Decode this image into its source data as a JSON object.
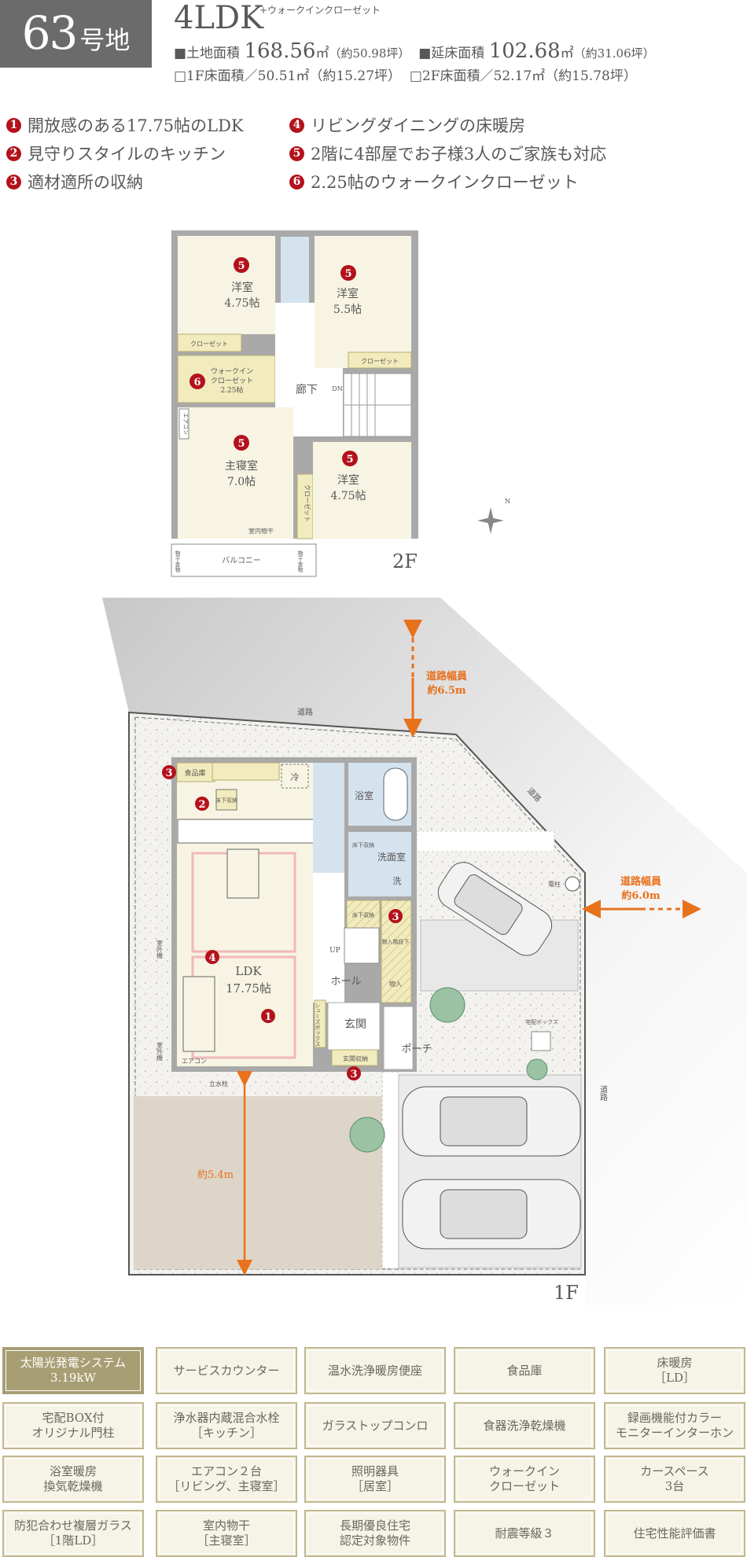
{
  "header": {
    "lot_number": "63",
    "lot_suffix": "号地",
    "type": "4LDK",
    "type_plus": "+ウォークインクローゼット",
    "land_label": "■土地面積",
    "land_value": "168.56",
    "land_unit": "㎡",
    "land_tsubo": "（約50.98坪）",
    "floor_label": "■延床面積",
    "floor_value": "102.68",
    "floor_unit": "㎡",
    "floor_tsubo": "（約31.06坪）",
    "f1_area": "□1F床面積／50.51㎡（約15.27坪）",
    "f2_area": "□2F床面積／52.17㎡（約15.78坪）"
  },
  "features": [
    {
      "n": "1",
      "text": "開放感のある17.75帖のLDK"
    },
    {
      "n": "2",
      "text": "見守りスタイルのキッチン"
    },
    {
      "n": "3",
      "text": "適材適所の収納"
    },
    {
      "n": "4",
      "text": "リビングダイニングの床暖房"
    },
    {
      "n": "5",
      "text": "2階に4部屋でお子様3人のご家族も対応"
    },
    {
      "n": "6",
      "text": "2.25帖のウォークインクローゼット"
    }
  ],
  "plan_2f": {
    "floor": "2F",
    "room_a": "洋室",
    "room_a_size": "4.75帖",
    "room_b": "洋室",
    "room_b_size": "5.5帖",
    "master": "主寝室",
    "master_size": "7.0帖",
    "room_d": "洋室",
    "room_d_size": "4.75帖",
    "closet": "クローゼット",
    "wic1": "ウォークイン",
    "wic2": "クローゼット",
    "wic_size": "2.25帖",
    "hall": "廊下",
    "dn": "DN",
    "aircon": "エアコン",
    "dryer": "室内物干",
    "balcony": "バルコニー",
    "hanger": "物干金物",
    "compass": "N"
  },
  "plan_1f": {
    "floor": "1F",
    "road": "道路",
    "road_width": "道路幅員",
    "road_n": "約6.5m",
    "road_e": "約6.0m",
    "depth": "約5.4m",
    "pole": "電柱",
    "pantry": "食品庫",
    "fridge": "冷",
    "underfloor": "床下収納",
    "bath": "浴室",
    "washroom": "洗面室",
    "washer": "洗",
    "under_stair": "物入階段下",
    "up": "UP",
    "hall": "ホール",
    "storage": "物入",
    "ldk": "LDK",
    "ldk_size": "17.75帖",
    "entrance": "玄関",
    "shoebox": "シューズボックス",
    "entrance_storage": "玄関収納",
    "porch": "ポーチ",
    "aircon": "エアコン",
    "outdoor_unit": "室外機",
    "faucet": "立水栓",
    "delivery_box": "宅配ボックス"
  },
  "equipment": [
    {
      "text": "太陽光発電システム\n3.19kW",
      "highlight": true
    },
    {
      "text": "サービスカウンター"
    },
    {
      "text": "温水洗浄暖房便座"
    },
    {
      "text": "食品庫"
    },
    {
      "text": "床暖房\n［LD］"
    },
    {
      "text": "宅配BOX付\nオリジナル門柱"
    },
    {
      "text": "浄水器内蔵混合水栓\n［キッチン］"
    },
    {
      "text": "ガラストップコンロ"
    },
    {
      "text": "食器洗浄乾燥機"
    },
    {
      "text": "録画機能付カラー\nモニターインターホン"
    },
    {
      "text": "浴室暖房\n換気乾燥機"
    },
    {
      "text": "エアコン２台\n［リビング、主寝室］"
    },
    {
      "text": "照明器具\n［居室］"
    },
    {
      "text": "ウォークイン\nクローゼット"
    },
    {
      "text": "カースペース\n3台"
    },
    {
      "text": "防犯合わせ複層ガラス\n［1階LD］"
    },
    {
      "text": "室内物干\n［主寝室］"
    },
    {
      "text": "長期優良住宅\n認定対象物件"
    },
    {
      "text": "耐震等級３"
    },
    {
      "text": "住宅性能評価書"
    }
  ],
  "colors": {
    "accent": "#b3121c",
    "orange": "#e8711c",
    "highlight_cell": "#a89e74",
    "cell_bg": "#f6f3e7"
  }
}
